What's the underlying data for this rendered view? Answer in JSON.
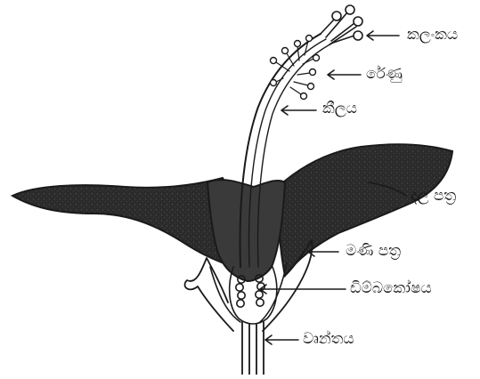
{
  "diagram": {
    "labels": {
      "stigma": "කලංකය",
      "pollen": "රේණු",
      "style": "කීලය",
      "petal": "දල පත්‍ර",
      "sepal": "මණි පත්‍ර",
      "ovary": "ඩිම්බකෝෂය",
      "stalk": "වෘන්තය"
    },
    "colors": {
      "ink": "#1a1a1a",
      "petal_fill": "#2b2b2b",
      "background": "#ffffff"
    }
  }
}
